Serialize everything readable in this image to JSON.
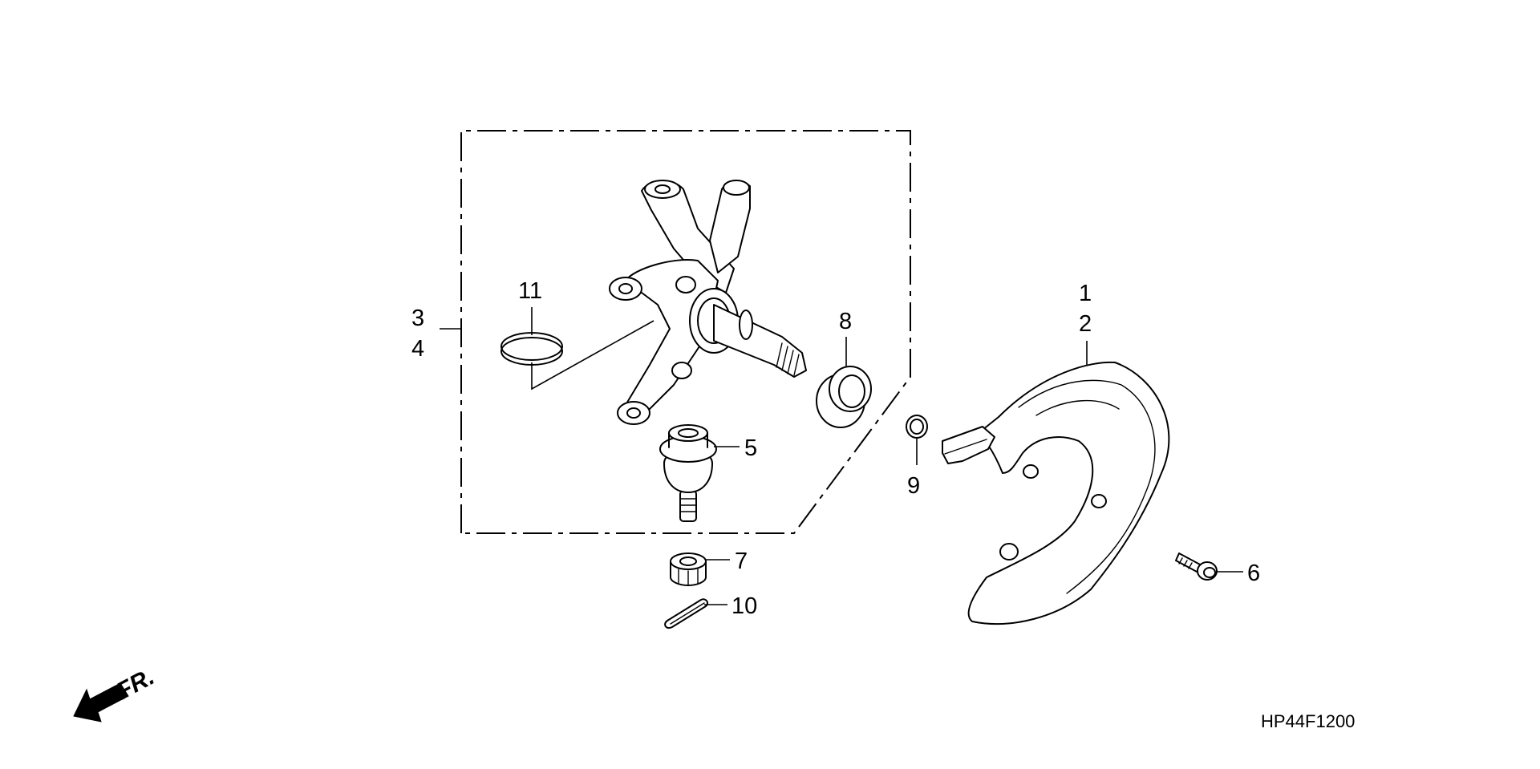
{
  "callouts": {
    "c1": "1",
    "c2": "2",
    "c3": "3",
    "c4": "4",
    "c5": "5",
    "c6": "6",
    "c7": "7",
    "c8": "8",
    "c9": "9",
    "c10": "10",
    "c11": "11"
  },
  "direction_label": "FR.",
  "diagram_code": "HP44F1200",
  "icons": [
    "front-direction-arrow-icon"
  ]
}
